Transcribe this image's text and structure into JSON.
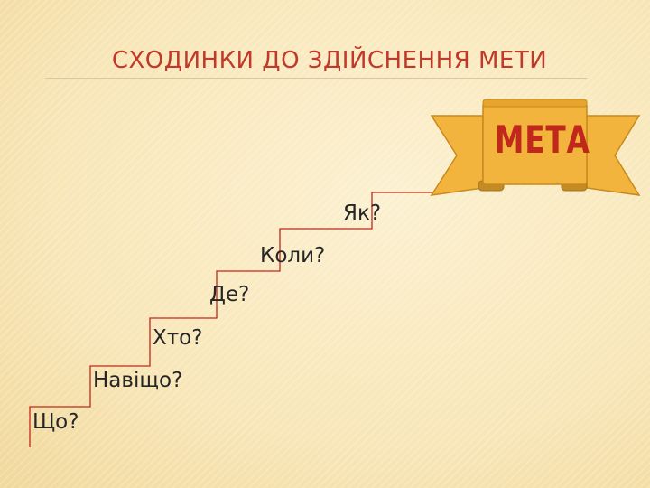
{
  "title": "СХОДИНКИ ДО ЗДІЙСНЕННЯ МЕТИ",
  "goal": {
    "label": "МЕТА",
    "fill_color": "#f2b43c",
    "text_color": "#c0281c"
  },
  "steps": [
    {
      "label": "Що?"
    },
    {
      "label": "Навіщо?"
    },
    {
      "label": "Хто?"
    },
    {
      "label": "Де?"
    },
    {
      "label": "Коли?"
    },
    {
      "label": "Як?"
    }
  ],
  "line_color": "#c0281c",
  "title_color": "#c0392b"
}
